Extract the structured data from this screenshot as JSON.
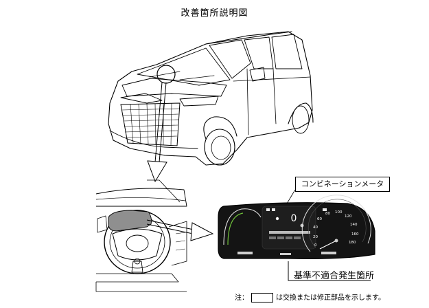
{
  "title": "改善箇所説明図",
  "callouts": {
    "meter_label": "コンビネーションメータ",
    "defect_label": "基準不適合発生箇所"
  },
  "note": {
    "prefix": "注：",
    "suffix": "は交換または修正部品を示します。"
  },
  "gauge": {
    "speed_digit": "0",
    "speed_ticks": [
      "0",
      "20",
      "40",
      "60",
      "80",
      "100",
      "120",
      "140",
      "160",
      "180"
    ]
  }
}
